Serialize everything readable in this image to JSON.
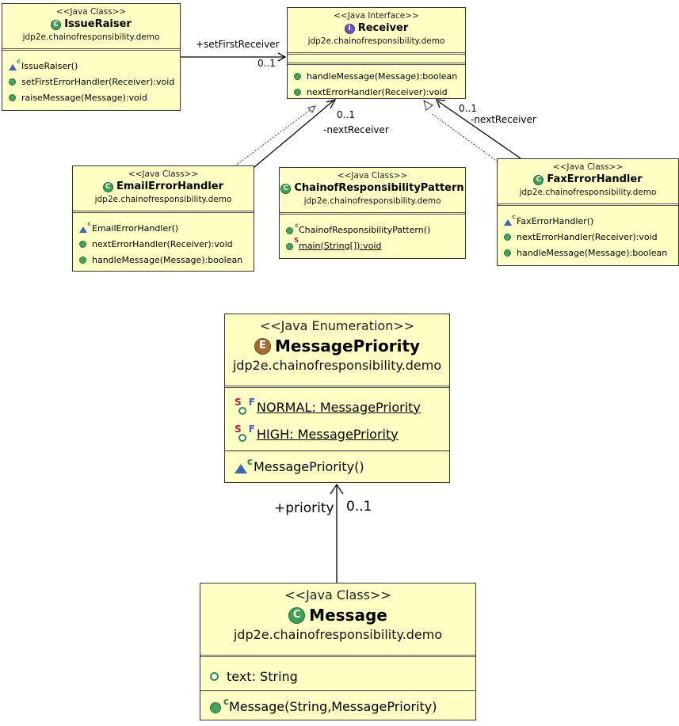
{
  "classes": {
    "issue_raiser": {
      "stereotype": "<<Java Class>>",
      "name": "IssueRaiser",
      "package": "jdp2e.chainofresponsibility.demo",
      "members": [
        "IssueRaiser()"
      ],
      "operations": [
        "setFirstErrorHandler(Receiver):void",
        "raiseMessage(Message):void"
      ]
    },
    "receiver": {
      "stereotype": "<<Java Interface>>",
      "name": "Receiver",
      "package": "jdp2e.chainofresponsibility.demo",
      "operations": [
        "handleMessage(Message):boolean",
        "nextErrorHandler(Receiver):void"
      ]
    },
    "email_error_handler": {
      "stereotype": "<<Java Class>>",
      "name": "EmailErrorHandler",
      "package": "jdp2e.chainofresponsibility.demo",
      "members": [
        "EmailErrorHandler()"
      ],
      "operations": [
        "nextErrorHandler(Receiver):void",
        "handleMessage(Message):boolean"
      ]
    },
    "chain_pattern": {
      "stereotype": "<<Java Class>>",
      "name": "ChainofResponsibilityPattern",
      "package": "jdp2e.chainofresponsibility.demo",
      "members": [
        "ChainofResponsibilityPattern()"
      ],
      "operations": [
        "main(String[]):void"
      ]
    },
    "fax_error_handler": {
      "stereotype": "<<Java Class>>",
      "name": "FaxErrorHandler",
      "package": "jdp2e.chainofresponsibility.demo",
      "members": [
        "FaxErrorHandler()"
      ],
      "operations": [
        "nextErrorHandler(Receiver):void",
        "handleMessage(Message):boolean"
      ]
    },
    "message_priority": {
      "stereotype": "<<Java Enumeration>>",
      "name": "MessagePriority",
      "package": "jdp2e.chainofresponsibility.demo",
      "literals": [
        "NORMAL: MessagePriority",
        "HIGH: MessagePriority"
      ],
      "members": [
        "MessagePriority()"
      ]
    },
    "message": {
      "stereotype": "<<Java Class>>",
      "name": "Message",
      "package": "jdp2e.chainofresponsibility.demo",
      "attributes": [
        "text: String"
      ],
      "members": [
        "Message(String,MessagePriority)"
      ]
    }
  },
  "labels": {
    "set_first_receiver": "+setFirstReceiver",
    "set_first_multiplicity": "0..1",
    "email_next_multiplicity": "0..1",
    "email_next_role": "-nextReceiver",
    "fax_next_multiplicity": "0..1",
    "fax_next_role": "-nextReceiver",
    "priority_role": "+priority",
    "priority_multiplicity": "0..1"
  },
  "icons": {
    "class": "C",
    "interface": "I",
    "enumeration": "E",
    "static": "S",
    "final": "F"
  },
  "colors": {
    "box_fill": "#ffffc6",
    "class_icon": "#3f9f55",
    "interface_icon": "#6a55b6",
    "enum_icon": "#a4702f"
  }
}
